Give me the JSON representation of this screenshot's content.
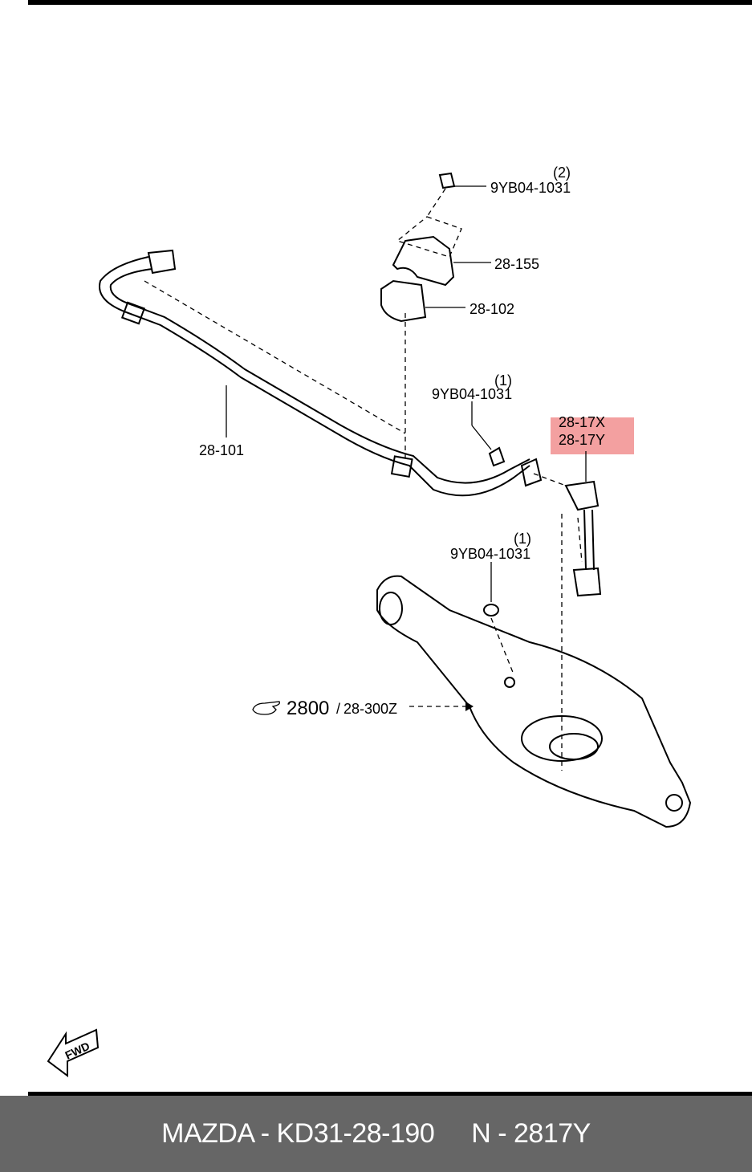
{
  "diagram": {
    "labels": {
      "bolt_top_qty": "(2)",
      "bolt_top": "9YB04-1031",
      "bracket": "28-155",
      "bushing": "28-102",
      "stabilizer_bar": "28-101",
      "nut_mid_qty": "(1)",
      "nut_mid": "9YB04-1031",
      "link_x": "28-17X",
      "link_y": "28-17Y",
      "washer_qty": "(1)",
      "washer": "9YB04-1031",
      "arm_ref_main": "2800",
      "arm_ref_sep": "/",
      "arm_ref_part": "28-300Z",
      "fwd": "FWD"
    },
    "highlight_color": "#f3a0a0"
  },
  "footer": {
    "brand_part": "MAZDA - KD31-28-190",
    "ref": "N - 2817Y"
  }
}
